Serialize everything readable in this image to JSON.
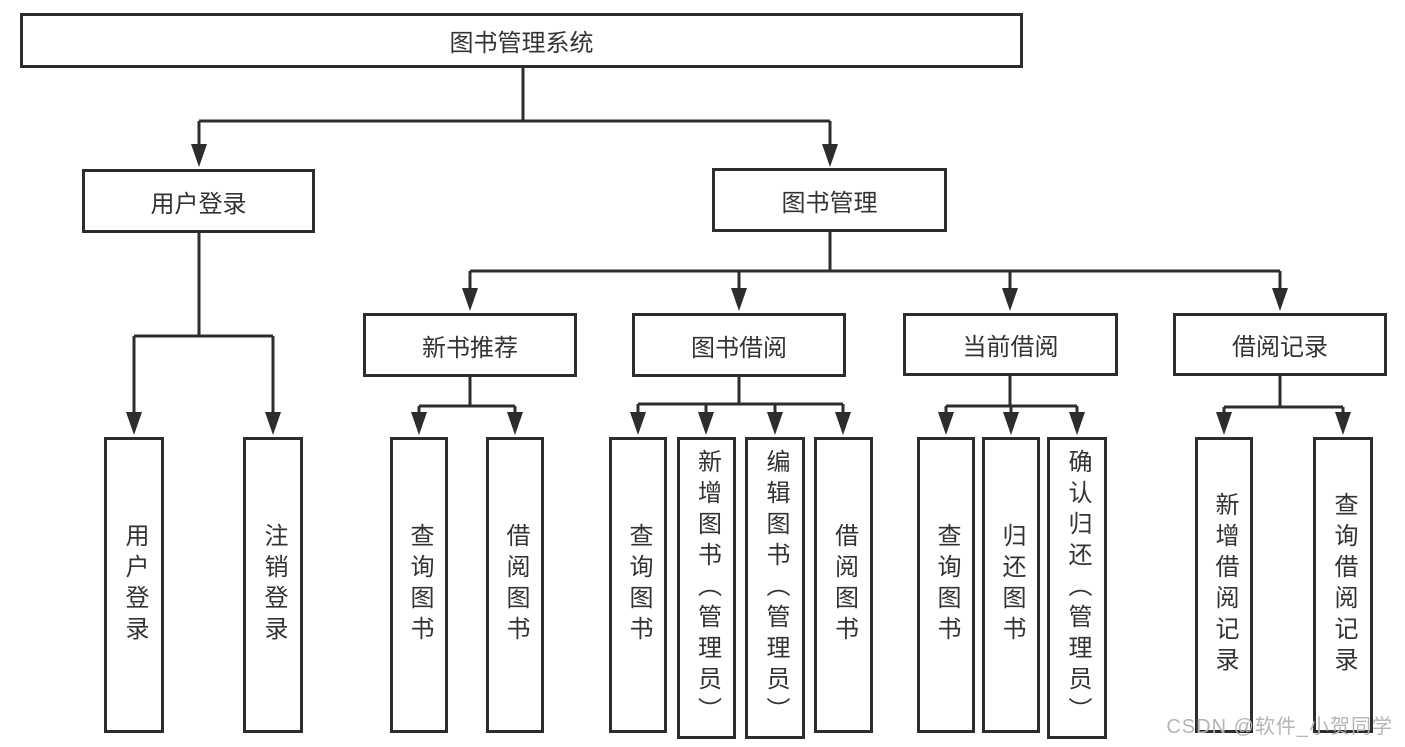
{
  "diagram": {
    "type": "tree",
    "root": {
      "label": "图书管理系统"
    },
    "level2": [
      {
        "label": "用户登录",
        "parent": "图书管理系统"
      },
      {
        "label": "图书管理",
        "parent": "图书管理系统"
      }
    ],
    "level3": [
      {
        "label": "新书推荐",
        "parent": "图书管理"
      },
      {
        "label": "图书借阅",
        "parent": "图书管理"
      },
      {
        "label": "当前借阅",
        "parent": "图书管理"
      },
      {
        "label": "借阅记录",
        "parent": "图书管理"
      }
    ],
    "leaves": [
      {
        "label": "用户登录",
        "parent": "用户登录"
      },
      {
        "label": "注销登录",
        "parent": "用户登录"
      },
      {
        "label": "查询图书",
        "parent": "新书推荐"
      },
      {
        "label": "借阅图书",
        "parent": "新书推荐"
      },
      {
        "label": "查询图书",
        "parent": "图书借阅"
      },
      {
        "label": "新增图书（管理员）",
        "parent": "图书借阅"
      },
      {
        "label": "编辑图书（管理员）",
        "parent": "图书借阅"
      },
      {
        "label": "借阅图书",
        "parent": "图书借阅"
      },
      {
        "label": "查询图书",
        "parent": "当前借阅"
      },
      {
        "label": "归还图书",
        "parent": "当前借阅"
      },
      {
        "label": "确认归还（管理员）",
        "parent": "当前借阅"
      },
      {
        "label": "新增借阅记录",
        "parent": "借阅记录"
      },
      {
        "label": "查询借阅记录",
        "parent": "借阅记录"
      }
    ],
    "watermark": "CSDN @软件_小贺同学",
    "colors": {
      "line": "#2d2d2d",
      "text": "#333333",
      "watermark": "#b5b5b5",
      "background": "#ffffff"
    }
  }
}
